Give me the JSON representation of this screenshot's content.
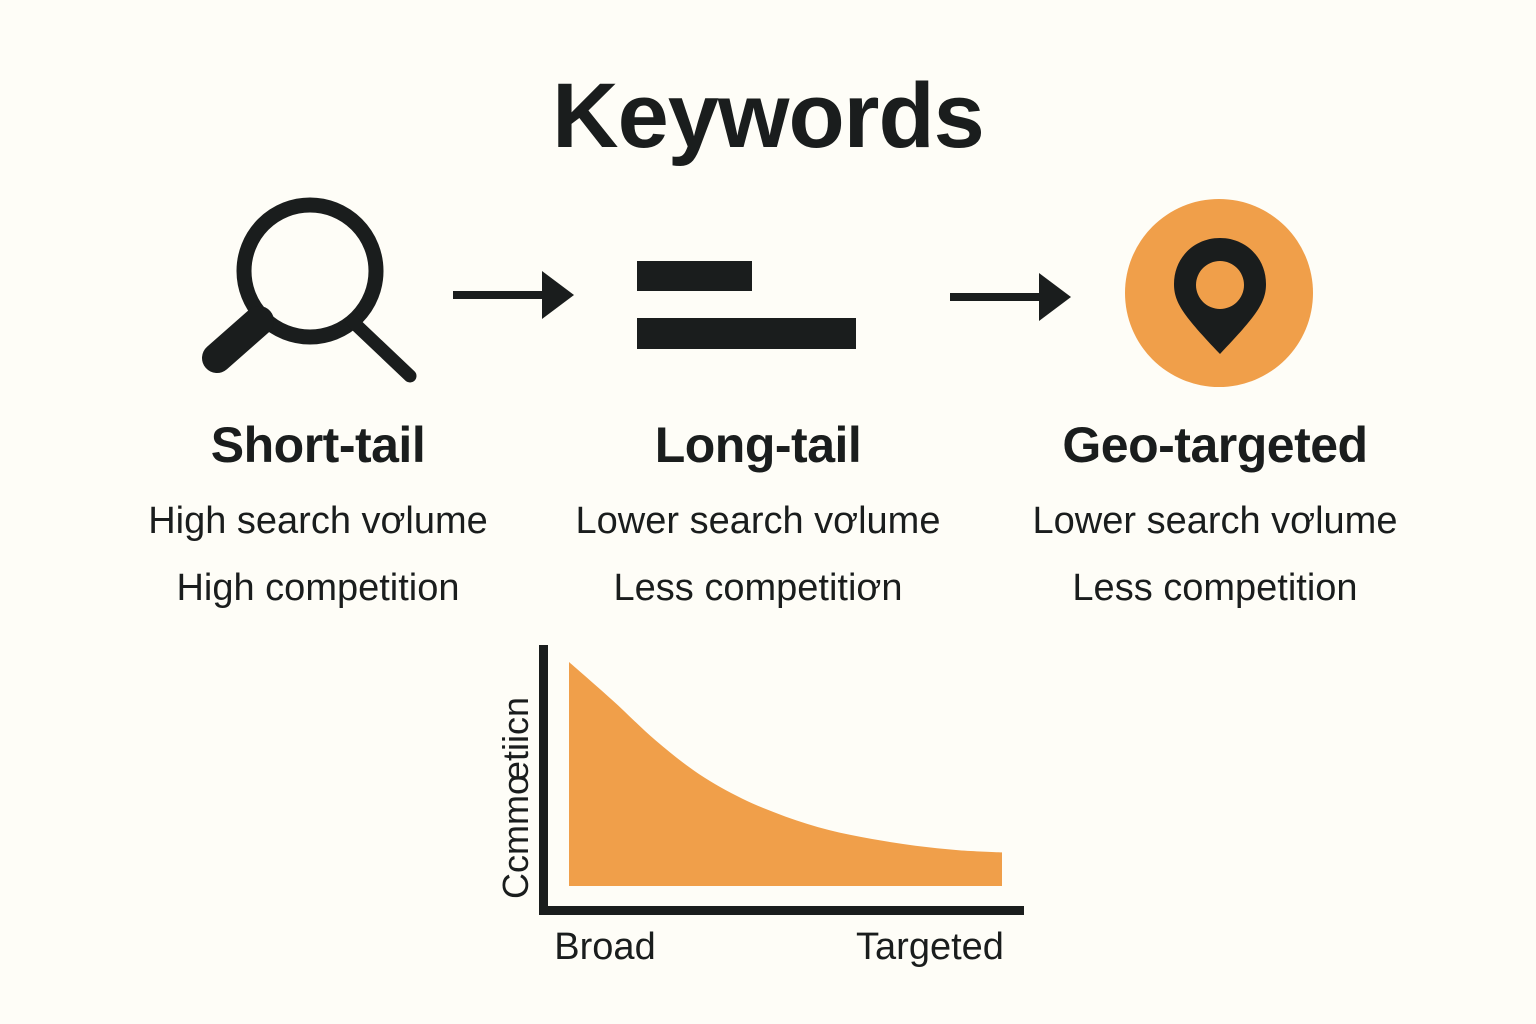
{
  "page": {
    "background": "#FEFDF7"
  },
  "title": "Keywords",
  "columns": [
    {
      "icon": "magnifier-icon",
      "label": "Short-tail",
      "sub1": "High search vơlume",
      "sub2": "High competition"
    },
    {
      "icon": "text-lines-icon",
      "label": "Long-tail",
      "sub1": "Lower search vơlume",
      "sub2": "Less competitiơn"
    },
    {
      "icon": "location-pin-icon",
      "label": "Geo-targeted",
      "sub1": "Lower search vơlume",
      "sub2": "Less competition"
    }
  ],
  "colors": {
    "ink": "#1A1D1D",
    "accent_orange": "#F09F4A",
    "background": "#FEFDF7"
  },
  "chart_data": {
    "type": "area",
    "title": "",
    "xlabel": "",
    "ylabel": "Ccmmœtiicn",
    "x_tick_labels": [
      "Broad",
      "Targeted"
    ],
    "x": [
      0,
      0.1,
      0.2,
      0.3,
      0.4,
      0.5,
      0.6,
      0.7,
      0.8,
      0.9,
      1.0
    ],
    "values": [
      1.0,
      0.83,
      0.65,
      0.5,
      0.39,
      0.31,
      0.25,
      0.21,
      0.18,
      0.16,
      0.15
    ],
    "ylim": [
      0,
      1
    ],
    "grid": false,
    "legend": false,
    "fill_color": "#F09F4A"
  }
}
